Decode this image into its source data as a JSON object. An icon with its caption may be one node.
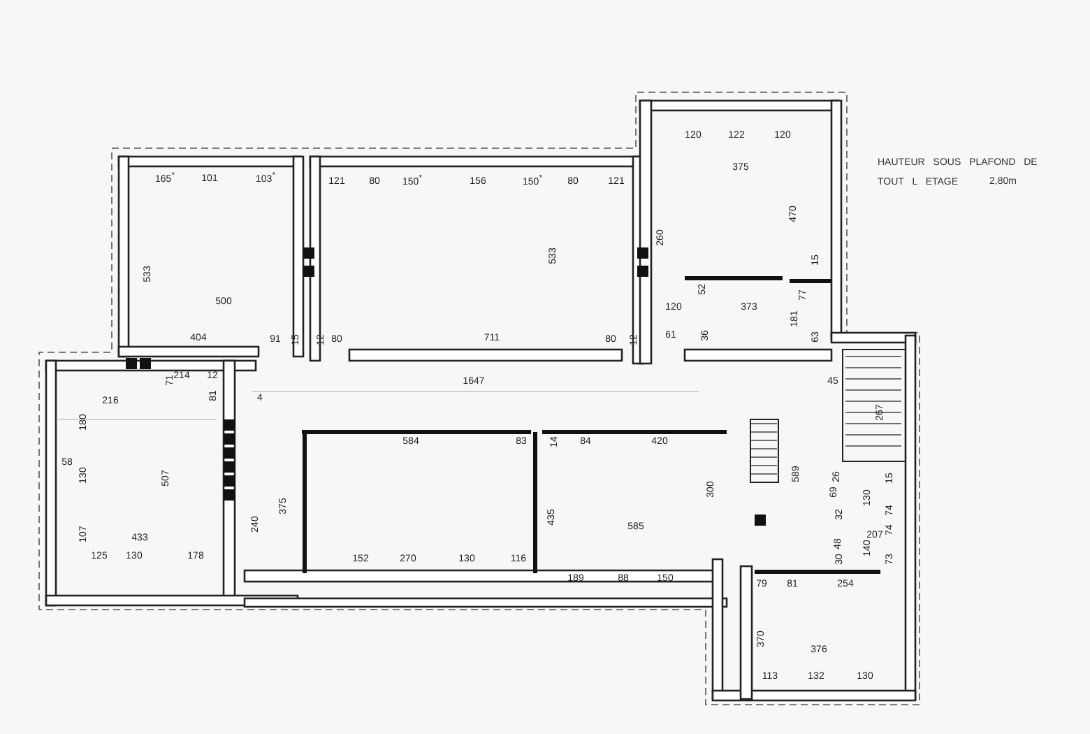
{
  "diagram": {
    "labels": [
      "120",
      "122",
      "120",
      "HAUTEUR SOUS PLAFOND DE TOUT L ETAGE",
      "375",
      "165$^{*}$",
      "101",
      "103$^{*}$",
      "121",
      "80",
      "150$^{*}$",
      "156",
      "150$^{*}$",
      "80",
      "121",
      "2,80m",
      "470",
      "260",
      "533",
      "15",
      "533",
      "52",
      "77",
      "500",
      "120",
      "373",
      "181",
      "404",
      "91",
      "15",
      "12",
      "80",
      "711",
      "80",
      "12",
      "61",
      "36",
      "63",
      "71",
      "214",
      "12",
      "1647",
      "45",
      "216",
      "81",
      "4",
      "267",
      "180",
      "584",
      "83",
      "14",
      "84",
      "420",
      "58",
      "130",
      "507",
      "589",
      "26",
      "15",
      "300",
      "69",
      "130",
      "375",
      "435",
      "32",
      "74",
      "107",
      "433",
      "240",
      "585",
      "207",
      "74",
      "125",
      "130",
      "178",
      "152",
      "270",
      "130",
      "116",
      "48",
      "30",
      "140",
      "73",
      "189",
      "88",
      "150",
      "79",
      "81",
      "254",
      "370",
      "376",
      "113",
      "132",
      "130"
    ]
  }
}
